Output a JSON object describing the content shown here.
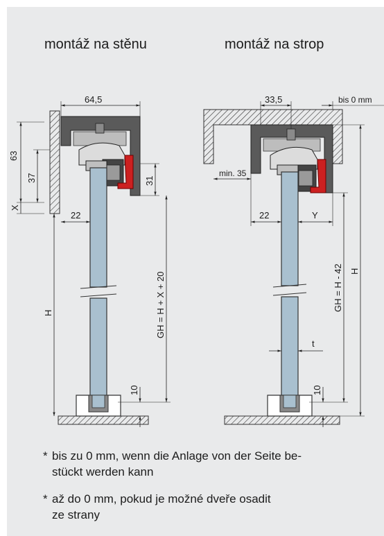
{
  "titles": {
    "wall": "montáž na stěnu",
    "ceiling": "montáž na strop"
  },
  "dimensions": {
    "wall": {
      "width": "64,5",
      "height_total": "63",
      "height_inner": "37",
      "x": "X",
      "offset": "22",
      "rail": "31",
      "h": "H",
      "gh": "GH = H + X + 20",
      "bottom": "10"
    },
    "ceiling": {
      "width": "33,5",
      "bis": "bis 0 mm",
      "min": "min. 35",
      "offset": "22",
      "y": "Y",
      "h": "H",
      "gh": "GH = H - 42",
      "t": "t",
      "bottom": "10"
    }
  },
  "notes": [
    {
      "star": "*",
      "line1": "bis zu 0 mm, wenn die Anlage von der Seite be-",
      "line2": "stückt werden kann"
    },
    {
      "star": "*",
      "line1": "až do 0 mm, pokud je možné dveře osadit",
      "line2": "ze strany"
    }
  ],
  "colors": {
    "panel": "#e9eaeb",
    "glass": "#a9c0cf",
    "seal": "#cc2020",
    "profile": "#555555"
  }
}
